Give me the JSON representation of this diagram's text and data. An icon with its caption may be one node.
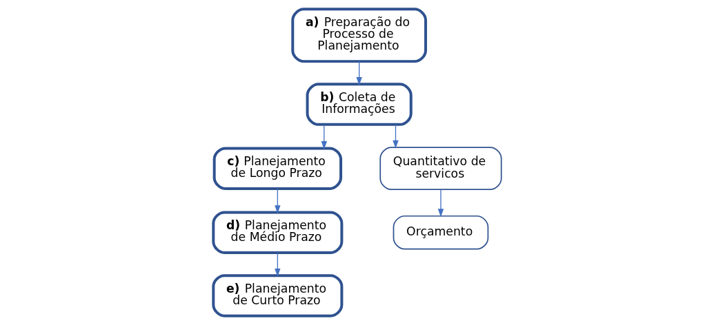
{
  "diagram": {
    "nodes": [
      {
        "text": [
          "**a)** Preparação do Processo de Planejamento"
        ]
      },
      {
        "text": [
          "**b)** Coleta de Informações"
        ]
      },
      {
        "text": [
          "**c)** Planejamento de Longo Prazo"
        ]
      },
      {
        "text": [
          "Quantitativo de servicos"
        ]
      },
      {
        "text": [
          "**d)** Planejamento de Médio Prazo"
        ]
      },
      {
        "text": [
          "Orçamento"
        ]
      },
      {
        "text": [
          "**e)** Planejamento de Curto Prazo"
        ]
      }
    ],
    "edges": [
      {
        "from": 0,
        "to": 1,
        "arrow": "to"
      },
      {
        "from": 1,
        "to": 2,
        "arrow": "to"
      },
      {
        "from": 1,
        "to": 3,
        "arrow": "to"
      },
      {
        "from": 3,
        "to": 5,
        "arrow": "to"
      },
      {
        "from": 2,
        "to": 4,
        "arrow": "to"
      },
      {
        "from": 4,
        "to": 6,
        "arrow": "to"
      }
    ]
  }
}
